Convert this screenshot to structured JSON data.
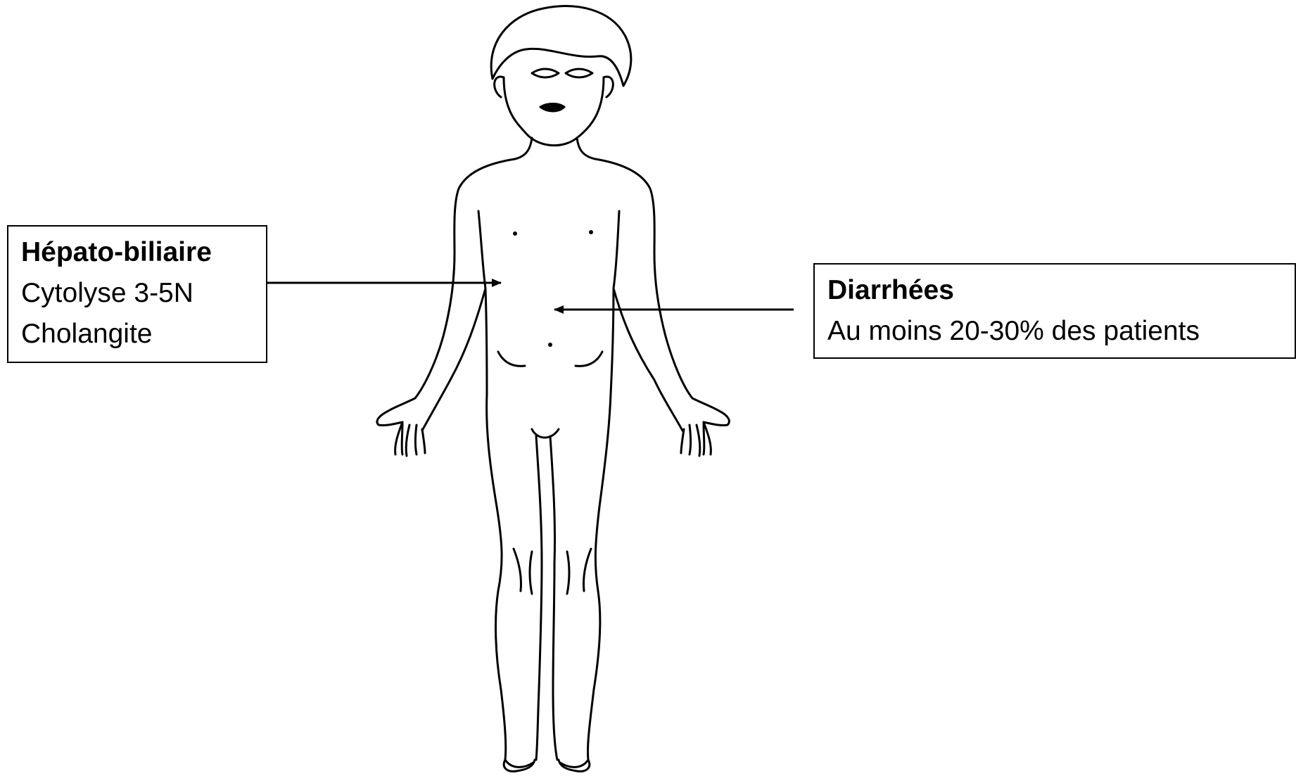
{
  "figure": {
    "subject": "human-body-outline-front-view",
    "line_color": "#000000",
    "background_color": "#ffffff"
  },
  "callouts": {
    "hepatobiliary": {
      "title": "Hépato-biliaire",
      "lines": [
        "Cytolyse 3-5N",
        "Cholangite"
      ],
      "arrow_target": "liver-region"
    },
    "diarrhea": {
      "title": "Diarrhées",
      "lines": [
        "Au moins 20-30% des patients"
      ],
      "arrow_target": "intestinal-region"
    }
  }
}
